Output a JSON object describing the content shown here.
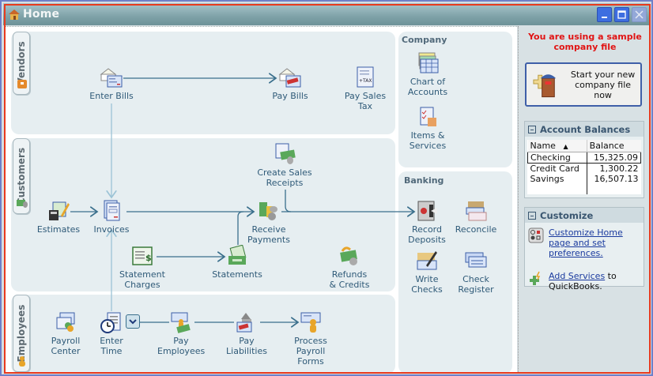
{
  "window": {
    "title": "Home",
    "buttons": {
      "minimize": "minimize",
      "maximize": "maximize",
      "close": "close"
    }
  },
  "tabs": {
    "vendors": "Vendors",
    "customers": "Customers",
    "employees": "Employees"
  },
  "vendors": {
    "enter_bills": "Enter Bills",
    "pay_bills": "Pay Bills",
    "pay_sales_tax": "Pay Sales\nTax"
  },
  "customers": {
    "create_sales_receipts": "Create Sales\nReceipts",
    "estimates": "Estimates",
    "invoices": "Invoices",
    "receive_payments": "Receive\nPayments",
    "statement_charges": "Statement\nCharges",
    "statements": "Statements",
    "refunds_credits": "Refunds\n& Credits"
  },
  "employees": {
    "payroll_center": "Payroll\nCenter",
    "enter_time": "Enter\nTime",
    "pay_employees": "Pay\nEmployees",
    "pay_liabilities": "Pay\nLiabilities",
    "process_payroll_forms": "Process\nPayroll\nForms"
  },
  "company": {
    "title": "Company",
    "chart_of_accounts": "Chart of\nAccounts",
    "items_services": "Items &\nServices"
  },
  "banking": {
    "title": "Banking",
    "record_deposits": "Record\nDeposits",
    "reconcile": "Reconcile",
    "write_checks": "Write\nChecks",
    "check_register": "Check\nRegister"
  },
  "sidebar": {
    "sample_message": "You are using a sample\ncompany file",
    "start_button": "Start your new\ncompany file now",
    "account_balances": {
      "title": "Account Balances",
      "columns": [
        "Name",
        "Balance"
      ],
      "sort_indicator": "▲",
      "rows": [
        {
          "name": "Checking",
          "balance": "15,325.09",
          "selected": true
        },
        {
          "name": "Credit Card",
          "balance": "1,300.22"
        },
        {
          "name": "Savings",
          "balance": "16,507.13"
        }
      ]
    },
    "customize": {
      "title": "Customize",
      "link1": "Customize Home page and set preferences.",
      "link2": "Add Services",
      "link2_suffix": " to QuickBooks."
    }
  },
  "colors": {
    "accent_red": "#e11414",
    "flow_line": "#3a6f8c",
    "panel_bg": "#e6eef1",
    "title_bar": "#7fa2a8"
  }
}
